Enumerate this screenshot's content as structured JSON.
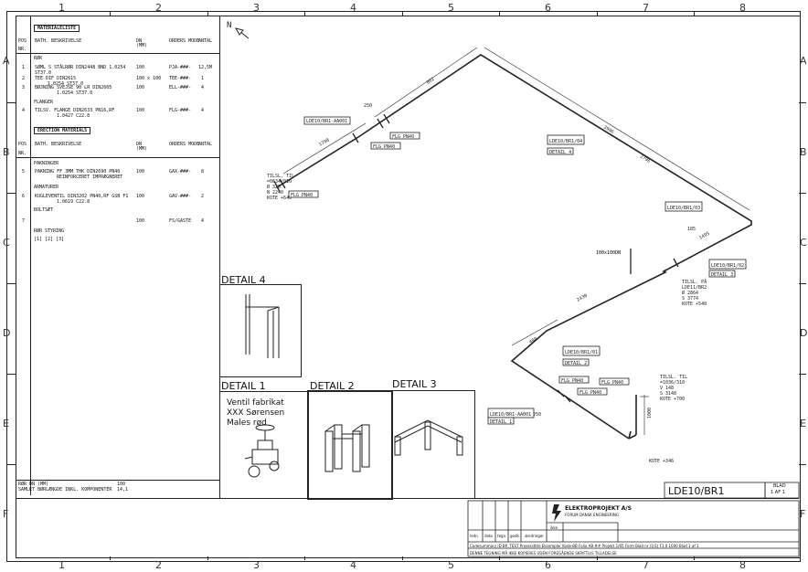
{
  "grid": {
    "columns": [
      "1",
      "2",
      "3",
      "4",
      "5",
      "6",
      "7",
      "8"
    ],
    "rows": [
      "A",
      "B",
      "C",
      "D",
      "E",
      "F"
    ]
  },
  "bom": {
    "materials_title": "MATERIALELISTE",
    "headers": {
      "pos": "POS",
      "nr": "NR.",
      "desc": "BATH. BESKRIVELSE",
      "size": "DN",
      "size2": "(MM)",
      "orders": "ORDERS MODE",
      "qty": "ANTAL"
    },
    "pipe_section": "RØR",
    "pipe_rows": [
      {
        "pos": "1",
        "desc": "SØML S STÅLRØR DIN2448 BND 1.0254",
        "desc2": "ST37.0",
        "dn": "100",
        "order": "PJA-###-",
        "qty": "12,5M"
      },
      {
        "pos": "2",
        "desc": "TEE DIF DIN2615",
        "desc2": "1.0254 ST37.0",
        "dn": "100 x 100",
        "order": "TEE-###-",
        "qty": "1"
      },
      {
        "pos": "3",
        "desc": "BØJNING SVEJSE 90 LR DIN2605",
        "desc2": "1.0254 ST37.0",
        "dn": "100",
        "order": "ELL-###-",
        "qty": "4"
      }
    ],
    "flange_section": "FLANGER",
    "flange_rows": [
      {
        "pos": "4",
        "desc": "TILSV. FLANGE DIN2633 PN16,RF",
        "desc2": "1.0427 C22.8",
        "dn": "100",
        "order": "FLG-###-",
        "qty": "4"
      }
    ],
    "erection_title": "ERECTION MATERIALS",
    "gasket_section": "PAKNINGER",
    "gasket_rows": [
      {
        "pos": "5",
        "desc": "PAKNING FF 3MM THK DIN2690 PN40",
        "desc2": "REINFORCERET IMPRÆGNERET",
        "dn": "100",
        "order": "GAX-###-",
        "qty": "8"
      }
    ],
    "valve_section": "ARMATURER",
    "valve_rows": [
      {
        "pos": "6",
        "desc": "KUGLEVENTIL DIN3202 PN40,RF GSB F1",
        "desc2": "1.0619 C22.8",
        "dn": "100",
        "order": "GAV-###-",
        "qty": "2"
      }
    ],
    "bolt_section": "BOLTSÆT",
    "bolt_rows": [
      {
        "pos": "7",
        "desc": "",
        "desc2": "",
        "dn": "100",
        "order": "FS/GASTE",
        "qty": "4"
      }
    ],
    "support_section": "RØR STYRING",
    "support_codes": "[1] [2] [3]",
    "footer_line1": "RØR DN (MM)",
    "footer_val1": "100",
    "footer_line2": "SAMLET BØRLÆNGDE INKL. KOMPONENTER",
    "footer_val2": "14,1"
  },
  "details": {
    "d4": "DETAIL 4",
    "d1": "DETAIL 1",
    "d2": "DETAIL 2",
    "d3": "DETAIL 3",
    "note_lines": [
      "Ventil fabrikat",
      "XXX Sørensen",
      "Males rød"
    ]
  },
  "iso": {
    "north": "N",
    "labels": {
      "flg1": "FLG PN40",
      "flg2": "FLG PN40",
      "flg3": "FLG PN40",
      "flg4": "FLG PN40",
      "flg5": "FLG PN40",
      "flg6": "FLG PN40",
      "ref1": "LDE10/BR1-AA001",
      "ref2": "LDE10/BR1/04",
      "ref3": "LDE10/BR1/03",
      "ref4": "LDE10/BR1/02",
      "ref5": "LDE10/BR1/01",
      "ref6": "LDE10/BR1-AA001",
      "det_a": "DETAIL 4",
      "det_3": "DETAIL 3",
      "det_2": "DETAIL 2",
      "det_1": "DETAIL 1",
      "tee": "100x100DN"
    },
    "conn_left": [
      "TILSL. TIL",
      "=0634/010",
      "Ø 325",
      "N 2240",
      "KOTE +640"
    ],
    "conn_mid": [
      "TILSL. PÅ",
      "LDE11/BR2",
      "Ø 2864",
      "S 3774",
      "KOTE +540"
    ],
    "conn_right": [
      "TILSL. TIL",
      "=1036/310",
      "V 148",
      "S 3148",
      "KOTE +700"
    ],
    "kote_bottom": "KOTE +346",
    "dims": [
      "250",
      "1790",
      "862",
      "3996",
      "2796",
      "185",
      "1495",
      "2430",
      "400",
      "250",
      "1000"
    ]
  },
  "title_block": {
    "drawing_no": "LDE10/BR1",
    "sheet": "BLAD",
    "sheet_no": "1 AF 1",
    "company": "ELEKTROPROJEKT A/S",
    "company_sub": "FORUM DANSK ENGINEERING",
    "scale": "ikke",
    "cols": [
      "ledn.",
      "dato",
      "tegn.",
      "godk.",
      "ændringer"
    ],
    "footer_text": "Codesummary ID  BR_TEST Prosesstitle   Eksempler   Kode-BB  Folio AB-##  Projekt 1/65 Form  Blad nr  (1/1)  F1.0 1000 Blad 1 af 1",
    "warning": "DENNE TEGNING MÅ IKKE KOPIERES UDEN FOREGÅENDE SKRIFTLIG TILLADELSE"
  }
}
